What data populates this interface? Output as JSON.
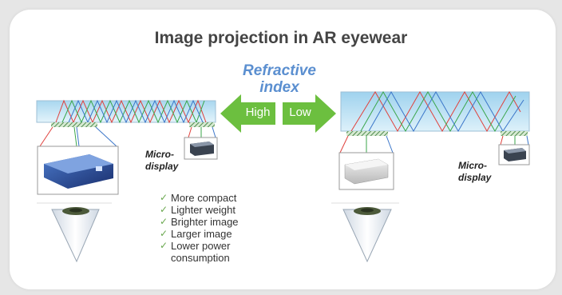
{
  "title": "Image projection in AR eyewear",
  "refractive_index": {
    "line1": "Refractive",
    "line2": "index"
  },
  "arrows": {
    "high": "High",
    "low": "Low"
  },
  "micro_display": {
    "line1": "Micro-",
    "line2": "display"
  },
  "benefits": [
    "More compact",
    "Lighter weight",
    "Brighter image",
    "Larger image",
    "Lower power",
    "consumption"
  ],
  "colors": {
    "waveguide": "#bfe3f5",
    "arrow": "#6cbf3f",
    "refractive_text": "#5b8fd0",
    "ray_red": "#e0413c",
    "ray_green": "#3aa64a",
    "ray_blue": "#3b76c9",
    "check": "#6aa84f"
  }
}
